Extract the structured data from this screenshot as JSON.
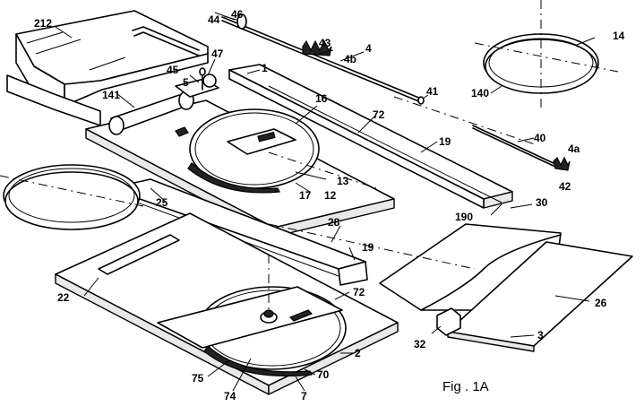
{
  "figure": {
    "caption": "Fig . 1A",
    "labels": {
      "l212": "212",
      "l44": "44",
      "l46": "46",
      "l43": "43",
      "l4": "4",
      "l4b": "4b",
      "l47": "47",
      "l45": "45",
      "l5": "5",
      "l1": "1",
      "l41": "41",
      "l141": "141",
      "l16": "16",
      "l72a": "72",
      "l19a": "19",
      "l14": "14",
      "l140": "140",
      "l40": "40",
      "l4a": "4a",
      "l42": "42",
      "l13": "13",
      "l17": "17",
      "l12": "12",
      "l25": "25",
      "l190": "190",
      "l30": "30",
      "l28": "28",
      "l19b": "19",
      "l22": "22",
      "l72b": "72",
      "l26": "26",
      "l32": "32",
      "l3": "3",
      "l2": "2",
      "l70": "70",
      "l75": "75",
      "l74": "74",
      "l7": "7"
    }
  }
}
